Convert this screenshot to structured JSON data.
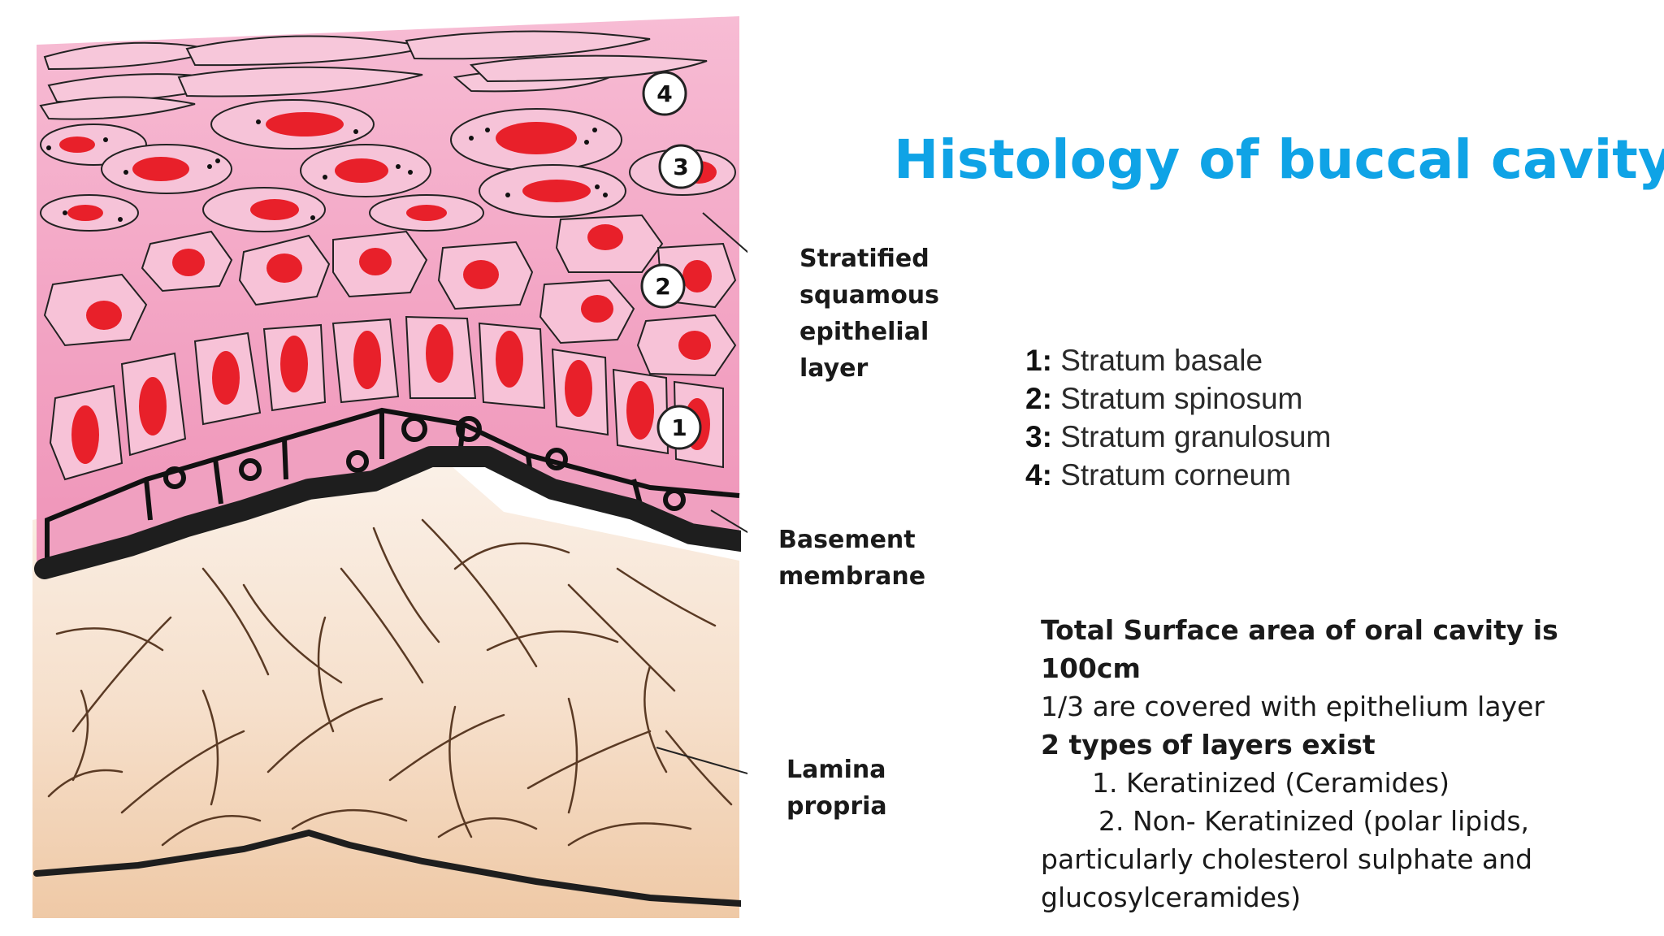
{
  "title": "Histology of buccal cavity",
  "diagram": {
    "labels": {
      "epithelium": [
        "Stratified",
        "squamous",
        "epithelial",
        "layer"
      ],
      "basement": [
        "Basement",
        "membrane"
      ],
      "lamina": [
        "Lamina",
        "propria"
      ]
    },
    "markers": [
      "1",
      "2",
      "3",
      "4"
    ],
    "colors": {
      "epithelium": "#f5a8c6",
      "nucleus": "#e8202a",
      "membrane": "#222222",
      "connective": "#f1d2b6",
      "fiber": "#5a3a24"
    }
  },
  "layers": [
    {
      "num": "1:",
      "name": "Stratum basale"
    },
    {
      "num": "2:",
      "name": "Stratum spinosum"
    },
    {
      "num": "3:",
      "name": "Stratum granulosum"
    },
    {
      "num": "4:",
      "name": "Stratum corneum"
    }
  ],
  "info": {
    "line1": "Total Surface area of oral cavity is 100cm",
    "line2": "1/3 are covered with epithelium layer",
    "line3": "2 types of layers exist",
    "item1": "1. Keratinized (Ceramides)",
    "item2": "2. Non- Keratinized (polar lipids,",
    "line4": "particularly cholesterol sulphate and",
    "line5": "glucosylceramides)"
  },
  "accent_color": "#0fa3e6"
}
